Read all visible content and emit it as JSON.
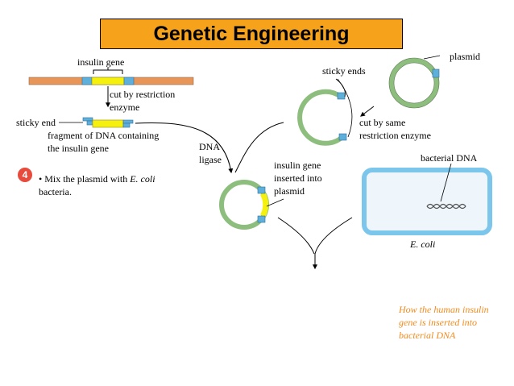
{
  "title": "Genetic Engineering",
  "colors": {
    "title_bg": "#F7A21B",
    "dna_strand": "#E8955A",
    "sticky_end": "#5FAFDB",
    "insulin_gene": "#F6F00F",
    "plasmid": "#8DBE7E",
    "ecoli_fill": "#EEF6FC",
    "ecoli_border": "#7CC6EC",
    "step_badge": "#E84A3C",
    "caption": "#F08A1E"
  },
  "labels": {
    "insulin_gene": "insulin gene",
    "cut_restriction_1": "cut by restriction",
    "cut_restriction_2": "enzyme",
    "sticky_end": "sticky end",
    "fragment_1": "fragment of DNA containing",
    "fragment_2": "the insulin gene",
    "dna_ligase_1": "DNA",
    "dna_ligase_2": "ligase",
    "sticky_ends": "sticky ends",
    "plasmid": "plasmid",
    "cut_same_1": "cut by same",
    "cut_same_2": "restriction enzyme",
    "inserted_1": "insulin gene",
    "inserted_2": "inserted into",
    "inserted_3": "plasmid",
    "bacterial_dna": "bacterial DNA",
    "ecoli": "E. coli"
  },
  "step": {
    "number": "4",
    "text_pre": "• Mix the plasmid with ",
    "text_italic": "E. coli",
    "text_line2": "bacteria."
  },
  "caption": {
    "line1": "How the human insulin",
    "line2": "gene is inserted into",
    "line3": "bacterial DNA"
  }
}
